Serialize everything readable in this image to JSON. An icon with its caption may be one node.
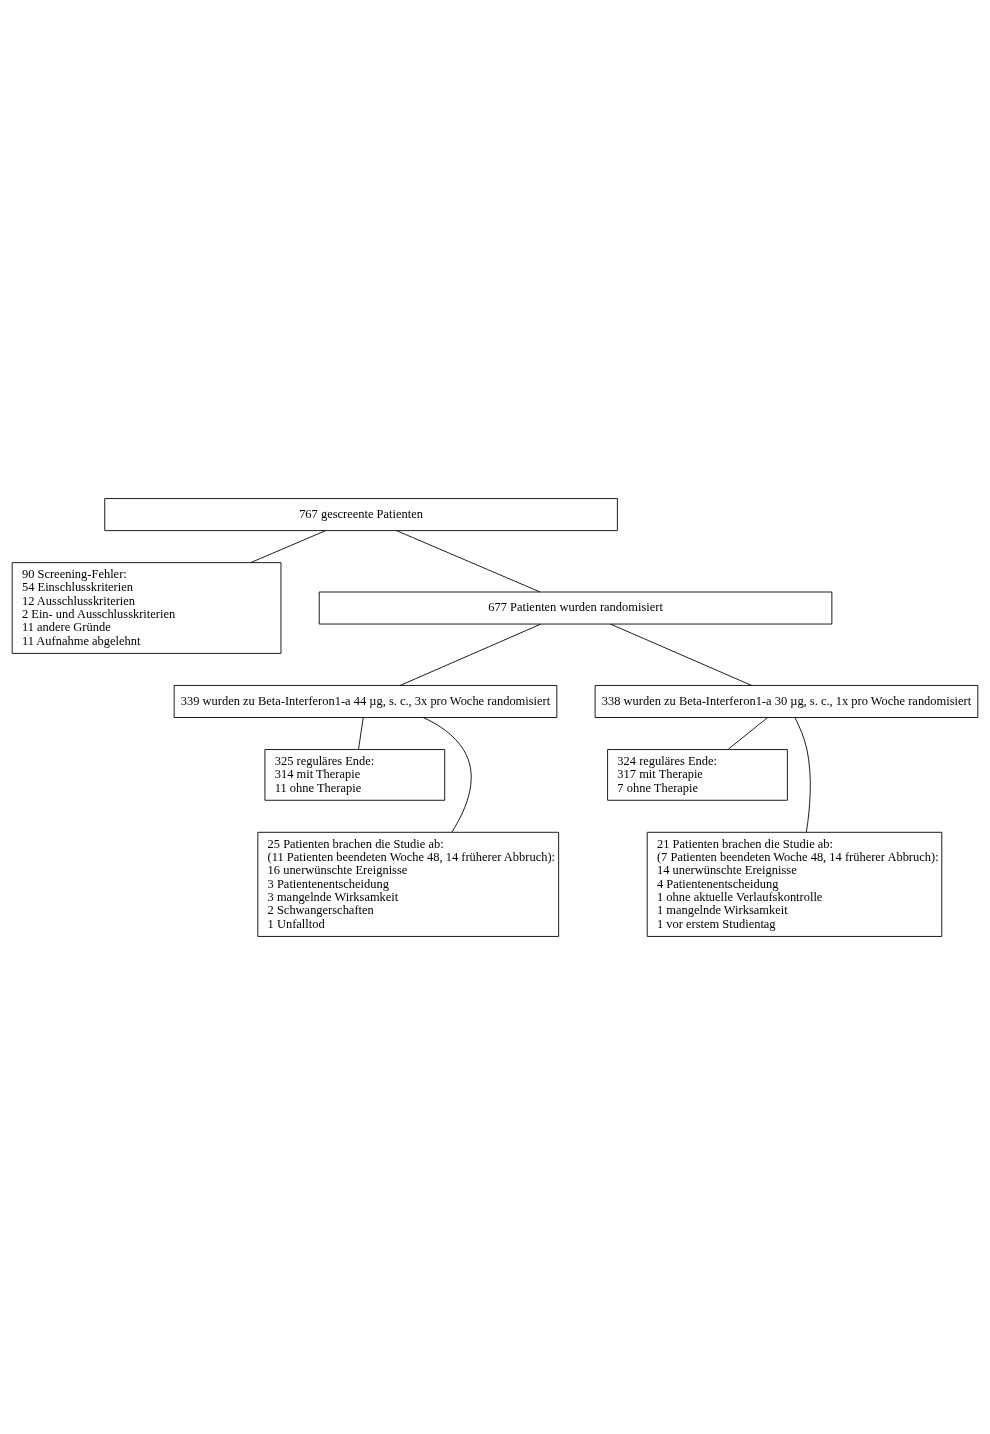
{
  "diagram": {
    "nodes": [
      {
        "text": [
          "767 gescreente Patienten"
        ]
      },
      {
        "text": [
          "90 Screening-Fehler:",
          "54 Einschlusskriterien",
          "12 Ausschlusskriterien",
          "2 Ein- und Ausschlusskriterien",
          "11 andere Gründe",
          "11 Aufnahme abgelehnt"
        ]
      },
      {
        "text": [
          "677 Patienten wurden randomisiert"
        ]
      },
      {
        "text": [
          "339 wurden zu Beta-Interferon1-a 44 µg, s. c., 3x pro Woche randomisiert"
        ]
      },
      {
        "text": [
          "338 wurden zu Beta-Interferon1-a 30 µg, s. c., 1x pro Woche randomisiert"
        ]
      },
      {
        "text": [
          "325 reguläres Ende:",
          "314 mit Therapie",
          "11 ohne Therapie"
        ]
      },
      {
        "text": [
          "324 reguläres Ende:",
          "317 mit Therapie",
          "7 ohne Therapie"
        ]
      },
      {
        "text": [
          "25 Patienten brachen die Studie ab:",
          "(11 Patienten beendeten Woche 48, 14 früherer Abbruch):",
          "16 unerwünschte Ereignisse",
          "3 Patientenentscheidung",
          "3 mangelnde Wirksamkeit",
          "2 Schwangerschaften",
          "1 Unfalltod"
        ]
      },
      {
        "text": [
          "21 Patienten brachen die Studie ab:",
          "(7 Patienten beendeten Woche 48, 14 früherer Abbruch):",
          "14 unerwünschte Ereignisse",
          "4 Patientenentscheidung",
          "1 ohne aktuelle Verlaufskontrolle",
          "1 mangelnde Wirksamkeit",
          "1 vor erstem Studientag"
        ]
      }
    ],
    "edges": [
      {
        "from": 0,
        "to": 1,
        "arrow": "none"
      },
      {
        "from": 0,
        "to": 2,
        "arrow": "none"
      },
      {
        "from": 2,
        "to": 3,
        "arrow": "none"
      },
      {
        "from": 2,
        "to": 4,
        "arrow": "none"
      },
      {
        "from": 3,
        "to": 5,
        "arrow": "none"
      },
      {
        "from": 3,
        "to": 7,
        "arrow": "none"
      },
      {
        "from": 4,
        "to": 6,
        "arrow": "none"
      },
      {
        "from": 4,
        "to": 8,
        "arrow": "none"
      }
    ]
  }
}
